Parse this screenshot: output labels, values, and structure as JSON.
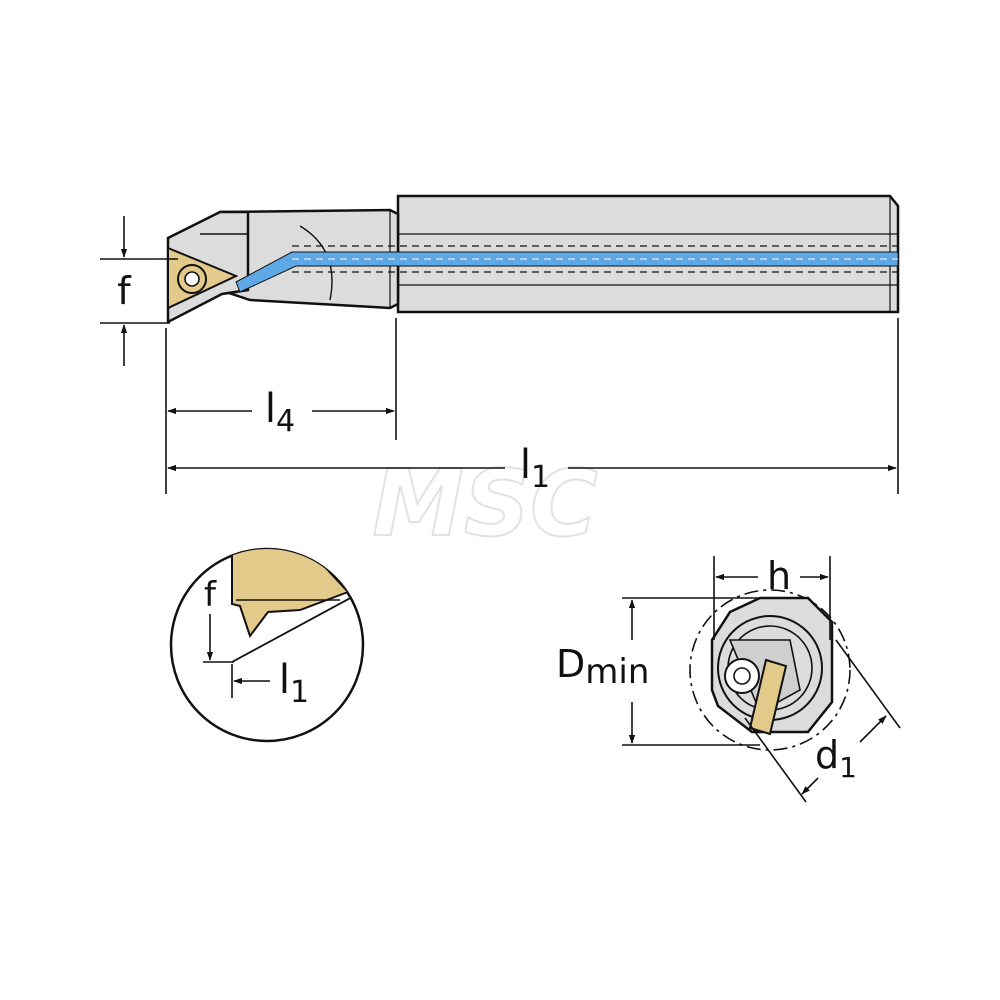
{
  "labels": {
    "f": "f",
    "l4_main": "l",
    "l4_sub": "4",
    "l1_main": "l",
    "l1_sub": "1",
    "detail_f": "f",
    "detail_l1_main": "l",
    "detail_l1_sub": "1",
    "h": "h",
    "dmin_main": "D",
    "dmin_sub": "min",
    "d1_main": "d",
    "d1_sub": "1"
  },
  "watermark": "MSC",
  "colors": {
    "outline": "#111111",
    "shank_fill": "#dcdcdc",
    "coolant": "#5fa8e6",
    "insert": "#e3c98a",
    "watermark": "#e2e2e2"
  }
}
